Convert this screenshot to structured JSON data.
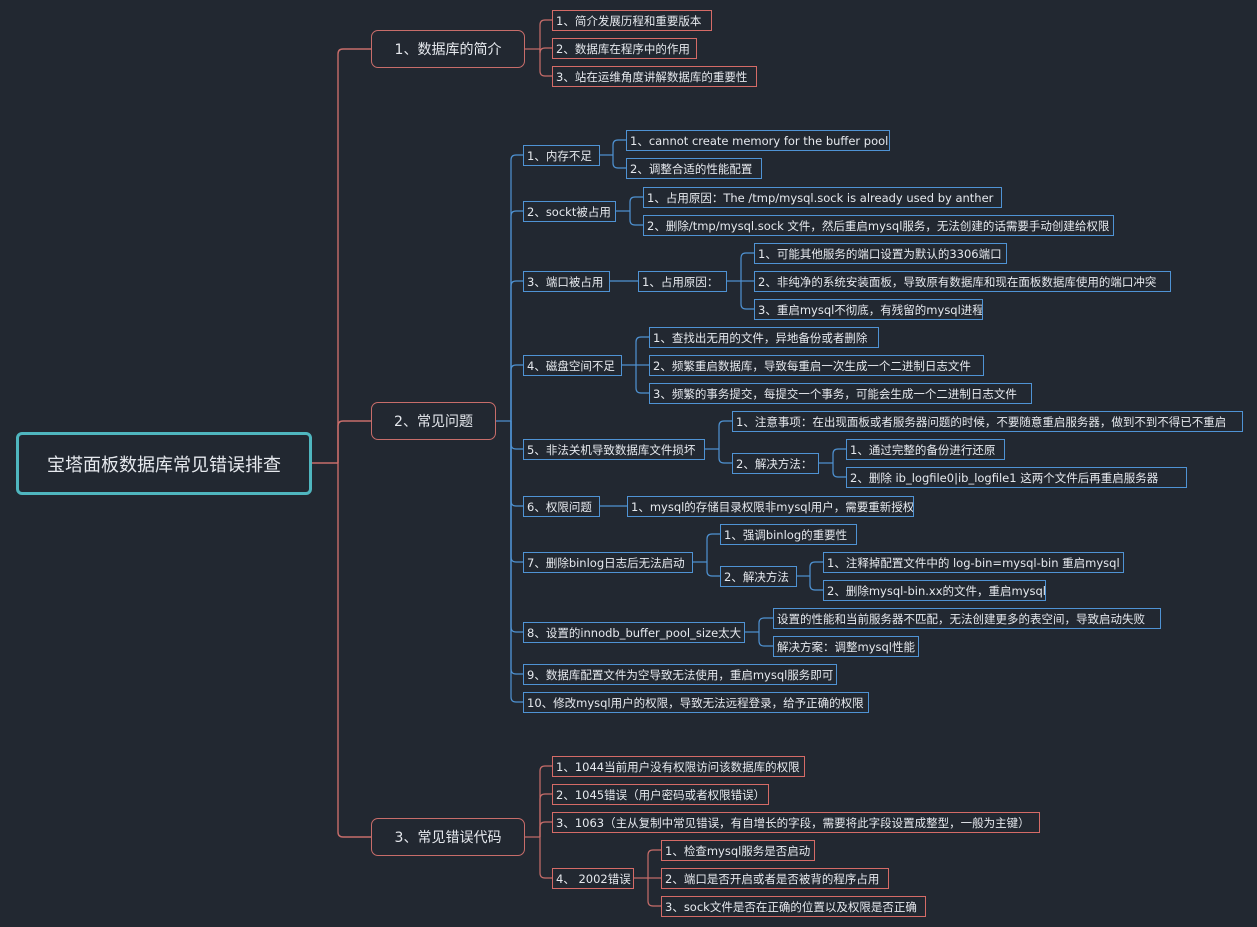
{
  "root": {
    "label": "宝塔面板数据库常见错误排查"
  },
  "sec1": {
    "label": "1、数据库的简介",
    "items": [
      "1、简介发展历程和重要版本",
      "2、数据库在程序中的作用",
      "3、站在运维角度讲解数据库的重要性"
    ]
  },
  "sec2": {
    "label": "2、常见问题",
    "q1": {
      "label": "1、内存不足",
      "items": [
        "1、cannot create memory for the buffer pool",
        "2、调整合适的性能配置"
      ]
    },
    "q2": {
      "label": "2、sockt被占用",
      "items": [
        "1、占用原因：The /tmp/mysql.sock is already used by anther",
        "2、删除/tmp/mysql.sock 文件，然后重启mysql服务，无法创建的话需要手动创建给权限"
      ]
    },
    "q3": {
      "label": "3、端口被占用",
      "mid": "1、占用原因：",
      "items": [
        "1、可能其他服务的端口设置为默认的3306端口",
        "2、非纯净的系统安装面板，导致原有数据库和现在面板数据库使用的端口冲突",
        "3、重启mysql不彻底，有残留的mysql进程"
      ]
    },
    "q4": {
      "label": "4、磁盘空间不足",
      "items": [
        "1、查找出无用的文件，异地备份或者删除",
        "2、频繁重启数据库，导致每重启一次生成一个二进制日志文件",
        "3、频繁的事务提交，每提交一个事务，可能会生成一个二进制日志文件"
      ]
    },
    "q5": {
      "label": "5、非法关机导致数据库文件损坏",
      "note": "1、注意事项：在出现面板或者服务器问题的时候，不要随意重启服务器，做到不到不得已不重启",
      "mid": "2、解决方法：",
      "items": [
        "1、通过完整的备份进行还原",
        "2、删除 ib_logfile0|ib_logfile1 这两个文件后再重启服务器"
      ]
    },
    "q6": {
      "label": "6、权限问题",
      "items": [
        "1、mysql的存储目录权限非mysql用户，需要重新授权"
      ]
    },
    "q7": {
      "label": "7、删除binlog日志后无法启动",
      "note": "1、强调binlog的重要性",
      "mid": "2、解决方法",
      "items": [
        "1、注释掉配置文件中的 log-bin=mysql-bin 重启mysql",
        "2、删除mysql-bin.xx的文件，重启mysql"
      ]
    },
    "q8": {
      "label": "8、设置的innodb_buffer_pool_size太大",
      "items": [
        "设置的性能和当前服务器不匹配，无法创建更多的表空间，导致启动失败",
        "解决方案：调整mysql性能"
      ]
    },
    "q9": {
      "label": "9、数据库配置文件为空导致无法使用，重启mysql服务即可"
    },
    "q10": {
      "label": "10、修改mysql用户的权限，导致无法远程登录，给予正确的权限"
    }
  },
  "sec3": {
    "label": "3、常见错误代码",
    "items": [
      "1、1044当前用户没有权限访问该数据库的权限",
      "2、1045错误（用户密码或者权限错误）",
      "3、1063（主从复制中常见错误，有自增长的字段，需要将此字段设置成整型，一般为主键）"
    ],
    "e4": {
      "label": "4、 2002错误",
      "items": [
        "1、检查mysql服务是否启动",
        "2、端口是否开启或者是否被背的程序占用",
        "3、sock文件是否在正确的位置以及权限是否正确"
      ]
    }
  }
}
